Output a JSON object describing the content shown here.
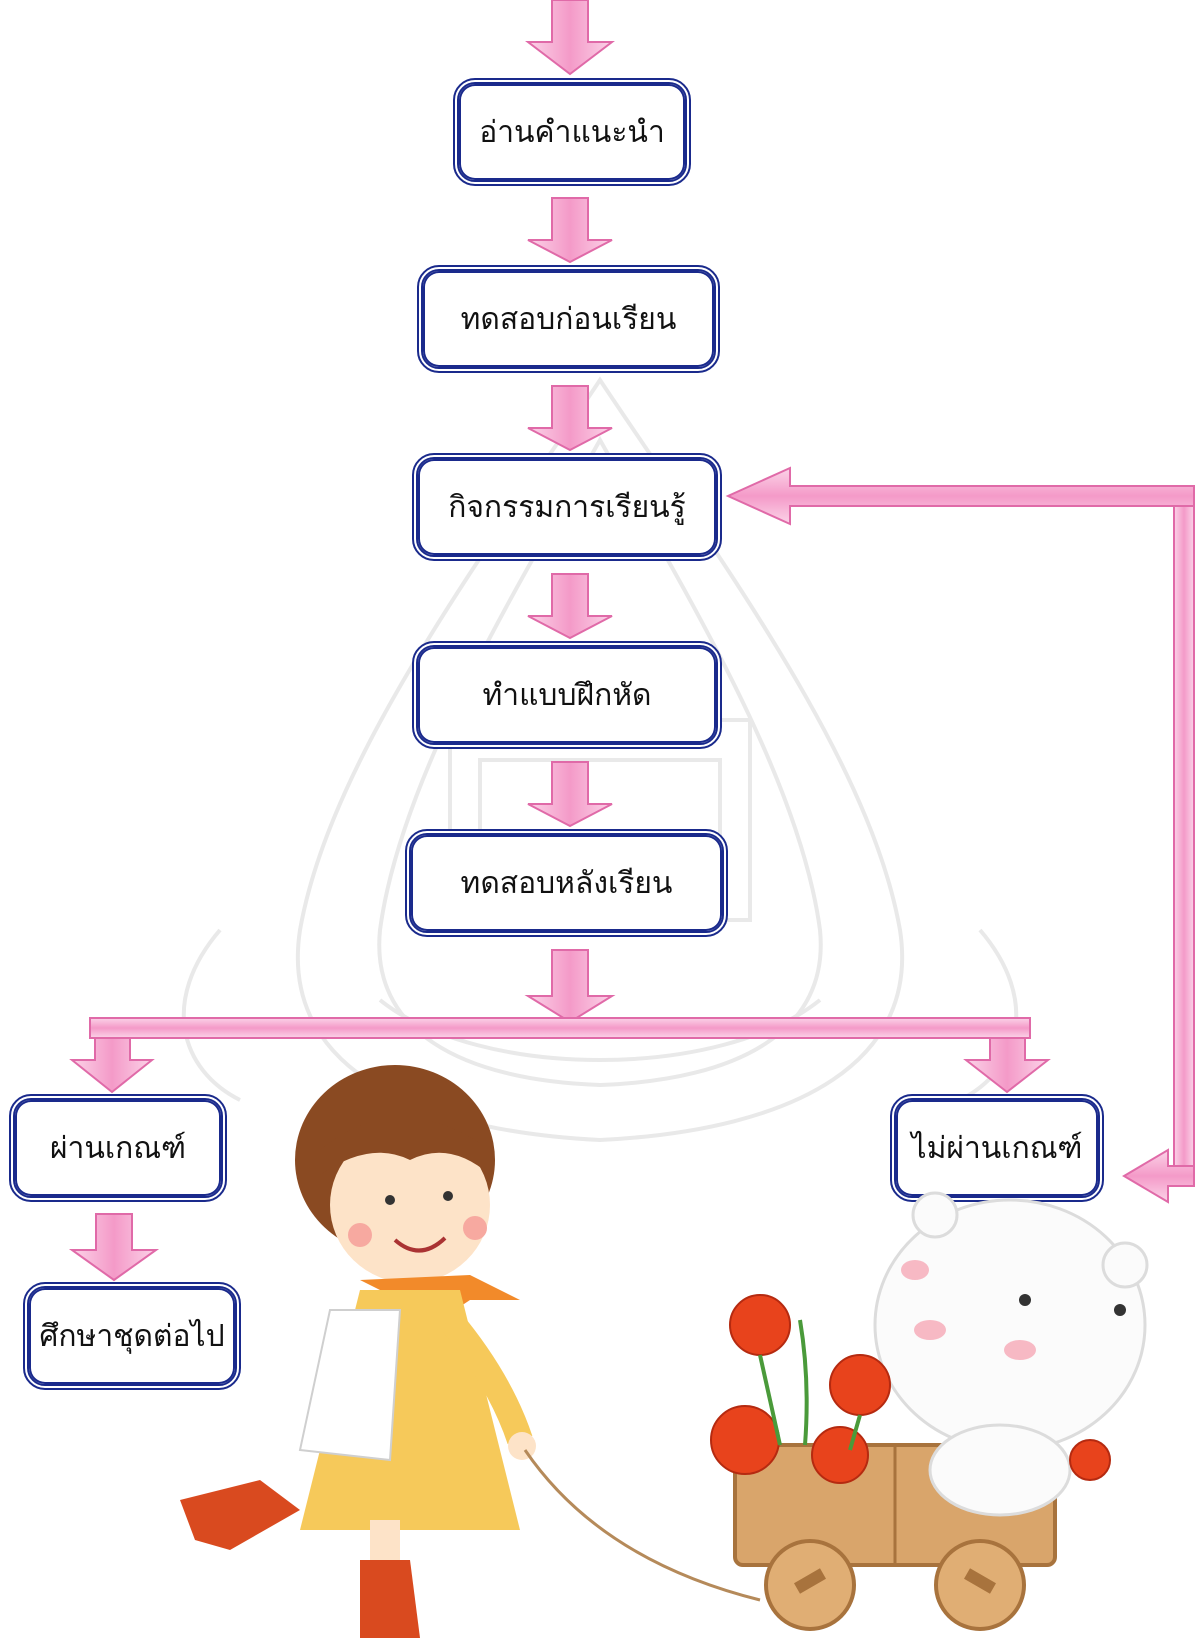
{
  "nodes": {
    "read_instructions": "อ่านคำแนะนำ",
    "pretest": "ทดสอบก่อนเรียน",
    "learning_activities": "กิจกรรมการเรียนรู้",
    "exercises": "ทำแบบฝึกหัด",
    "posttest": "ทดสอบหลังเรียน",
    "pass": "ผ่านเกณฑ์",
    "next_set": "ศึกษาชุดต่อไป",
    "fail": "ไม่ผ่านเกณฑ์"
  },
  "colors": {
    "arrow_fill": "#f7a8d2",
    "arrow_stroke": "#e06aa8",
    "box_border": "#1a2a8c"
  }
}
